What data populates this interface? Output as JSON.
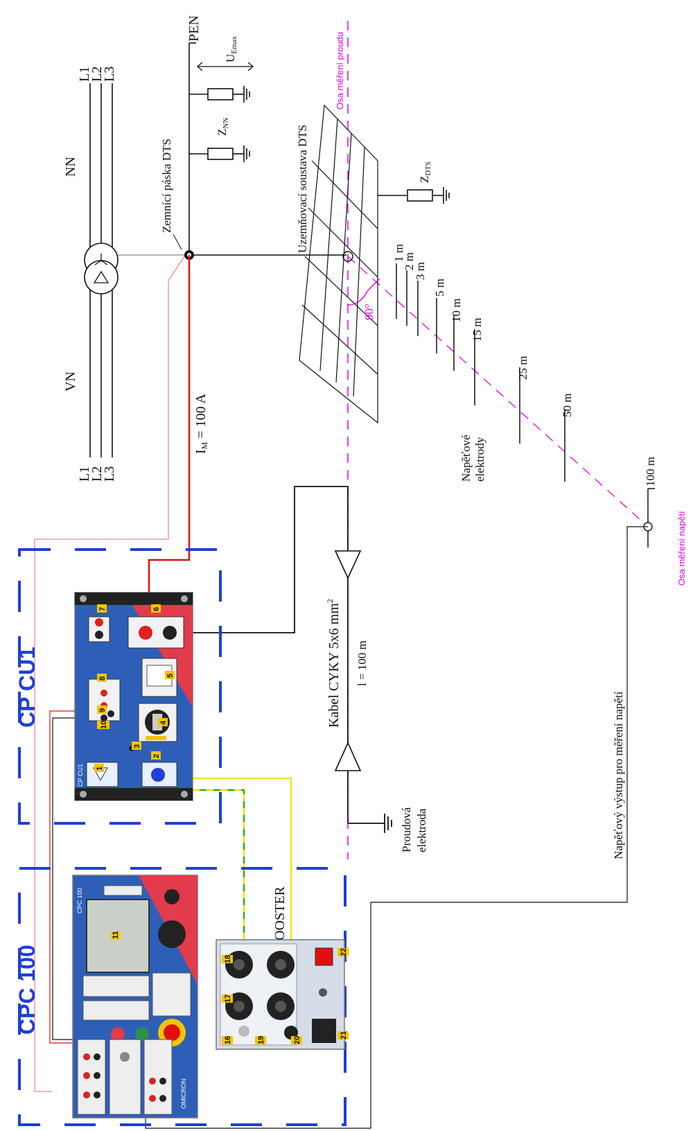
{
  "labels": {
    "pen": "PEN",
    "l1_top": "L1",
    "l2_top": "L2",
    "l3_top": "L3",
    "l1_bot": "L1",
    "l2_bot": "L2",
    "l3_bot": "L3",
    "nn": "NN",
    "vn": "VN",
    "uemax": "U",
    "uemax_sub": "Emax",
    "znn": "Z",
    "znn_sub": "NN",
    "zdts": "Z",
    "zdts_sub": "DTS",
    "zemnici_paska": "Zemnící páska DTS",
    "uzemnovaci_soustava": "Uzemňovací soustava DTS",
    "osa_proudu": "Osa měření proudu",
    "osa_napeti": "Osa měření napětí",
    "angle": "90°",
    "im": "I",
    "im_sub": "M",
    "im_value": " = 100 A",
    "napetove_elektrody_1": "Napěťové",
    "napetove_elektrody_2": "elektrody",
    "kabel_cyky": "Kabel CYKY 5x6 mm",
    "kabel_cyky_sup": "2",
    "length": "l = 100 m",
    "proudova_1": "Proudová",
    "proudova_2": "elektroda",
    "kabel_booster": "Kabel BOOSTER",
    "napetovy_vystup": "Napěťový výstup pro měření napětí",
    "cp_cu1": "CP CU1",
    "cpc_100": "CPC 100",
    "panel_cpcu1": "CP CU1",
    "panel_cpc100": "CPC 100",
    "omicron": "OMICRON"
  },
  "distances": [
    "1 m",
    "2 m",
    "3 m",
    "5 m",
    "10 m",
    "15 m",
    "25 m",
    "50 m",
    "100 m"
  ],
  "cpcu1_numbers": [
    "1",
    "2",
    "3",
    "4",
    "5",
    "6",
    "7",
    "8",
    "9",
    "10"
  ],
  "booster_numbers": [
    "16",
    "17",
    "18",
    "19",
    "20",
    "21",
    "22"
  ],
  "cpc_numbers": [
    "11"
  ],
  "colors": {
    "wire_red": "#e01010",
    "wire_black": "#111111",
    "wire_yellow": "#f0e000",
    "wire_green": "#22aa22",
    "axis_magenta": "#e600e6",
    "device_frame": "#1f3fd6",
    "panel_blue": "#2d5fb8",
    "panel_red": "#e23c4c"
  }
}
